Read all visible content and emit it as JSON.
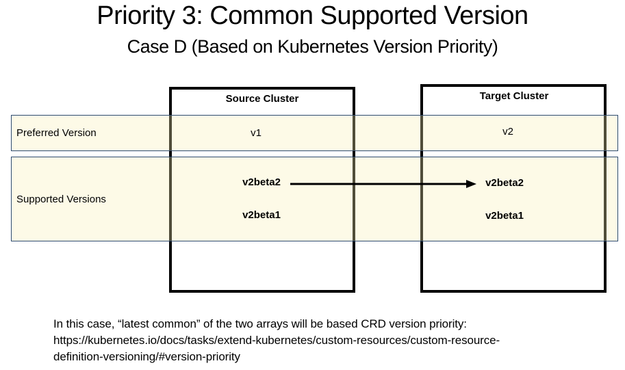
{
  "slide": {
    "title": "Priority 3: Common Supported Version",
    "subtitle": "Case D (Based on Kubernetes Version Priority)"
  },
  "table": {
    "row_labels": {
      "preferred": "Preferred Version",
      "supported": "Supported Versions"
    },
    "source": {
      "header": "Source Cluster",
      "preferred": "v1",
      "supported": [
        "v2beta2",
        "v2beta1"
      ]
    },
    "target": {
      "header": "Target Cluster",
      "preferred": "v2",
      "supported": [
        "v2beta2",
        "v2beta1"
      ]
    }
  },
  "icons": {
    "arrow": "→"
  },
  "footnote": {
    "line1": "In this case, “latest common” of the two arrays will be based CRD version priority:",
    "line2": "https://kubernetes.io/docs/tasks/extend-kubernetes/custom-resources/custom-resource-",
    "line3": "definition-versioning/#version-priority"
  },
  "colors": {
    "band_fill": "#FAF0B4",
    "band_border": "#2D4B70",
    "box_border": "#000000",
    "text": "#000000",
    "background": "#FFFFFF"
  }
}
